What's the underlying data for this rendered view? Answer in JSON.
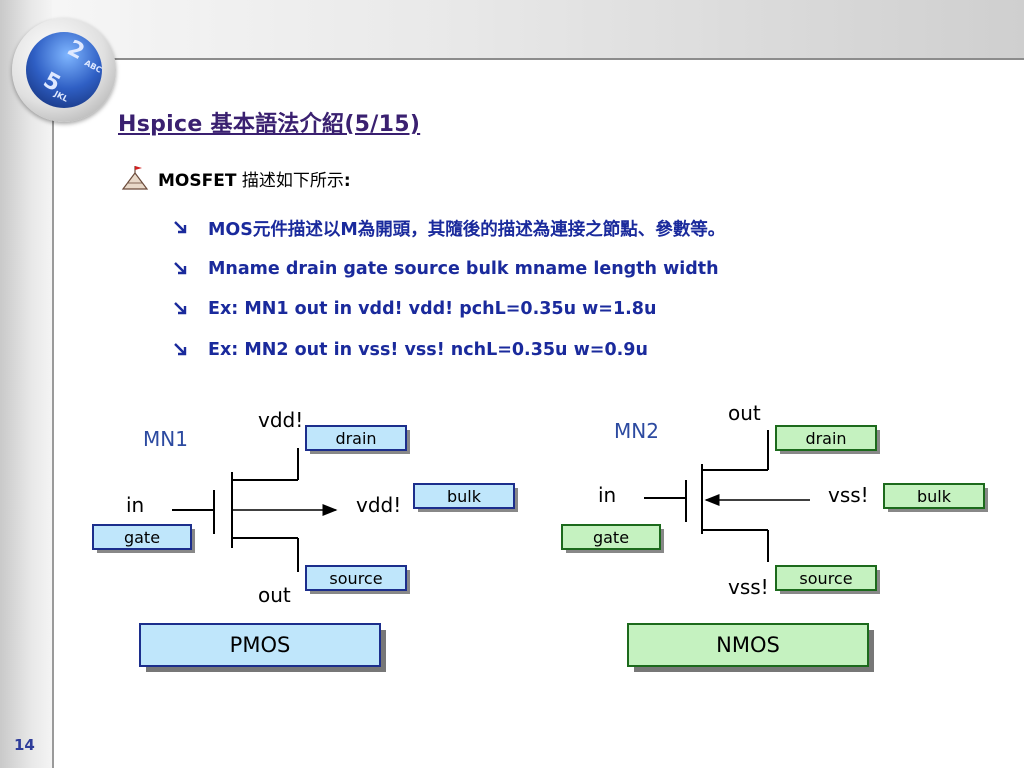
{
  "slide": {
    "title": "Hspice 基本語法介紹(5/15)",
    "number": "14"
  },
  "logo": {
    "key_top": "2",
    "key_top_small": "ABC",
    "key_bottom": "5",
    "key_bottom_small": "JKL"
  },
  "bullet_main": {
    "bold": "MOSFET",
    "text": " 描述如下所示",
    "suffix": ":"
  },
  "sub_bullets": [
    "MOS元件描述以M為開頭，其隨後的描述為連接之節點、參數等。",
    "Mname drain gate source bulk mname length width",
    "Ex: MN1 out in vdd! vdd! pchL=0.35u w=1.8u",
    "Ex: MN2 out in vss! vss! nchL=0.35u w=0.9u"
  ],
  "pmos": {
    "name": "MN1",
    "top_node": "vdd!",
    "bulk_node": "vdd!",
    "in_node": "in",
    "bottom_node": "out",
    "drain_box": "drain",
    "bulk_box": "bulk",
    "gate_box": "gate",
    "source_box": "source",
    "type_box": "PMOS"
  },
  "nmos": {
    "name": "MN2",
    "top_node": "out",
    "bulk_node": "vss!",
    "in_node": "in",
    "bottom_node": "vss!",
    "drain_box": "drain",
    "bulk_box": "bulk",
    "gate_box": "gate",
    "source_box": "source",
    "type_box": "NMOS"
  },
  "colors": {
    "pmos_fill": "#bfe6fb",
    "nmos_fill": "#c5f2c0",
    "title": "#3a2070",
    "sub_text": "#1a2a9c",
    "label_blue": "#2c4aa0"
  }
}
